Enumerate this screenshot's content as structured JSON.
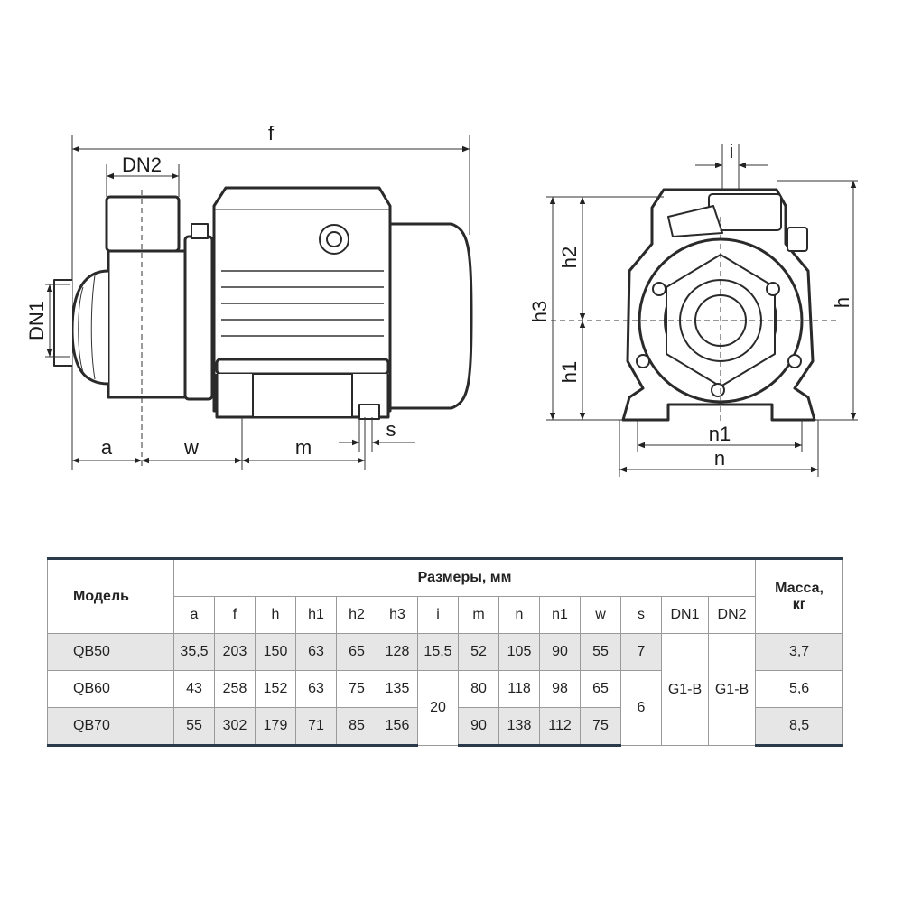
{
  "drawing": {
    "labels": {
      "f": "f",
      "DN2": "DN2",
      "DN1": "DN1",
      "a": "a",
      "w": "w",
      "m": "m",
      "s": "s",
      "i": "i",
      "h": "h",
      "h1": "h1",
      "h2": "h2",
      "h3": "h3",
      "n": "n",
      "n1": "n1"
    }
  },
  "table": {
    "model_header": "Модель",
    "dimensions_header": "Размеры, мм",
    "mass_header_line1": "Масса,",
    "mass_header_line2": "кг",
    "columns": [
      "a",
      "f",
      "h",
      "h1",
      "h2",
      "h3",
      "i",
      "m",
      "n",
      "n1",
      "w",
      "s",
      "DN1",
      "DN2"
    ],
    "rows": [
      {
        "model": "QB50",
        "a": "35,5",
        "f": "203",
        "h": "150",
        "h1": "63",
        "h2": "65",
        "h3": "128",
        "i": "15,5",
        "m": "52",
        "n": "105",
        "n1": "90",
        "w": "55",
        "s": "7",
        "mass": "3,7"
      },
      {
        "model": "QB60",
        "a": "43",
        "f": "258",
        "h": "152",
        "h1": "63",
        "h2": "75",
        "h3": "135",
        "m": "80",
        "n": "118",
        "n1": "98",
        "w": "65",
        "mass": "5,6"
      },
      {
        "model": "QB70",
        "a": "55",
        "f": "302",
        "h": "179",
        "h1": "71",
        "h2": "85",
        "h3": "156",
        "m": "90",
        "n": "138",
        "n1": "112",
        "w": "75",
        "mass": "8,5"
      }
    ],
    "merged": {
      "i": "20",
      "s": "6",
      "DN1": "G1-B",
      "DN2": "G1-B"
    }
  }
}
